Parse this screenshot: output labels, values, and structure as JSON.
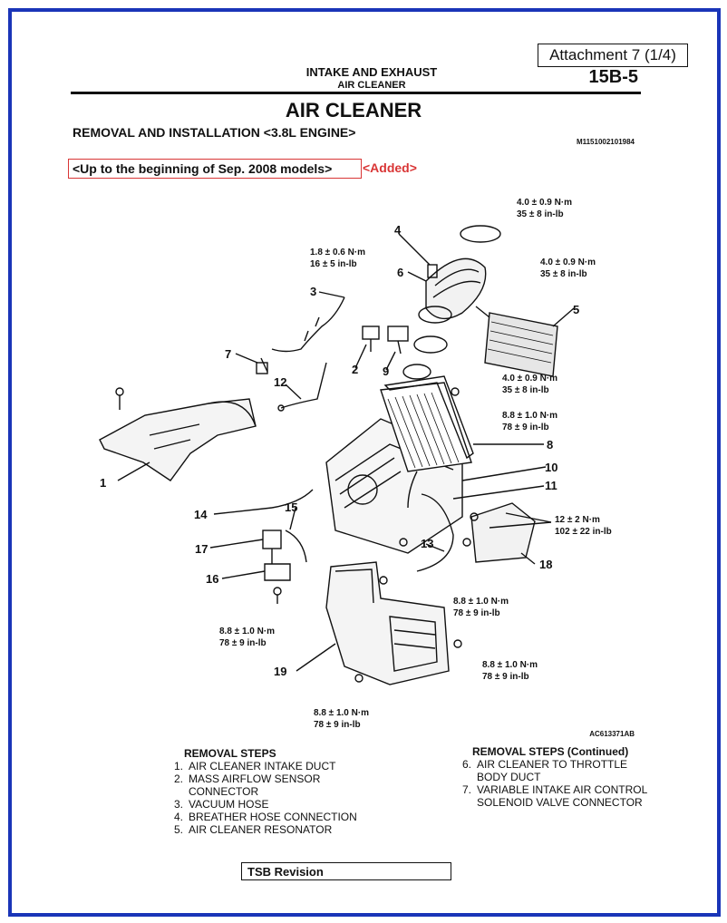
{
  "attachment": "Attachment 7 (1/4)",
  "header": {
    "section": "INTAKE AND EXHAUST",
    "subsection": "AIR CLEANER",
    "page_number": "15B-5"
  },
  "title": "AIR CLEANER",
  "subtitle": "REMOVAL AND INSTALLATION <3.8L ENGINE>",
  "doc_code": "M1151002101984",
  "scope_note": "<Up to the beginning of Sep. 2008 models>",
  "added_note": "<Added>",
  "torque_specs": {
    "t1": {
      "nm": "4.0 ± 0.9  N·m",
      "inlb": "35 ± 8 in-lb"
    },
    "t2": {
      "nm": "1.8 ± 0.6  N·m",
      "inlb": "16 ± 5 in-lb"
    },
    "t3": {
      "nm": "4.0 ± 0.9  N·m",
      "inlb": "35 ± 8 in-lb"
    },
    "t4": {
      "nm": "4.0 ± 0.9  N·m",
      "inlb": "35 ± 8 in-lb"
    },
    "t5": {
      "nm": "8.8 ± 1.0  N·m",
      "inlb": "78 ± 9 in-lb"
    },
    "t6": {
      "nm": "12 ± 2  N·m",
      "inlb": "102 ± 22 in-lb"
    },
    "t7": {
      "nm": "8.8 ± 1.0  N·m",
      "inlb": "78 ± 9 in-lb"
    },
    "t8": {
      "nm": "8.8 ± 1.0  N·m",
      "inlb": "78 ± 9 in-lb"
    },
    "t9": {
      "nm": "8.8 ± 1.0  N·m",
      "inlb": "78 ± 9 in-lb"
    },
    "t10": {
      "nm": "8.8 ± 1.0  N·m",
      "inlb": "78 ± 9 in-lb"
    }
  },
  "callouts": [
    "1",
    "2",
    "3",
    "4",
    "5",
    "6",
    "7",
    "8",
    "9",
    "10",
    "11",
    "12",
    "13",
    "14",
    "15",
    "16",
    "17",
    "18",
    "19"
  ],
  "figure_code": "AC613371AB",
  "removal_steps": {
    "heading": "REMOVAL STEPS",
    "items": [
      {
        "num": "1.",
        "text": "AIR CLEANER INTAKE DUCT"
      },
      {
        "num": "2.",
        "text": "MASS AIRFLOW SENSOR CONNECTOR"
      },
      {
        "num": "3.",
        "text": "VACUUM HOSE"
      },
      {
        "num": "4.",
        "text": "BREATHER HOSE CONNECTION"
      },
      {
        "num": "5.",
        "text": "AIR CLEANER RESONATOR"
      }
    ]
  },
  "removal_steps_continued": {
    "heading": "REMOVAL STEPS (Continued)",
    "items": [
      {
        "num": "6.",
        "text": "AIR CLEANER TO THROTTLE BODY DUCT"
      },
      {
        "num": "7.",
        "text": "VARIABLE INTAKE AIR CONTROL SOLENOID VALVE CONNECTOR"
      }
    ]
  },
  "tsb_label": "TSB Revision"
}
